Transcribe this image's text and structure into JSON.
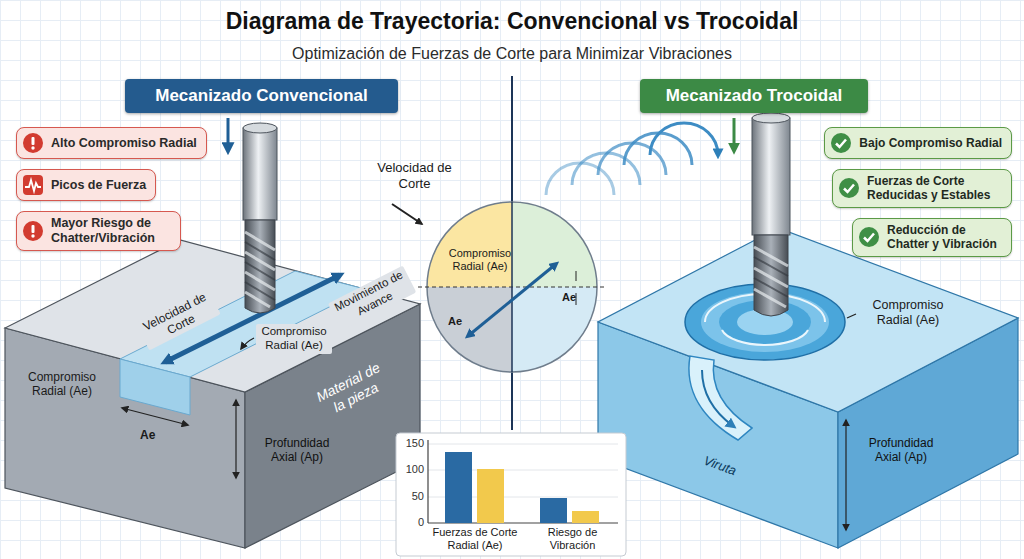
{
  "diagram": {
    "title": "Diagrama de Trayectoria: Convencional vs Trocoidal",
    "nodes": [
      {
        "text": [
          "Mecanizado Convencional"
        ]
      },
      {
        "text": [
          "Alto Compromiso Radial"
        ]
      },
      {
        "text": [
          "Picos de Fuerza"
        ]
      },
      {
        "text": [
          "Mayor Riesgo de Chatter/Vibración"
        ]
      },
      {
        "text": [
          "Compromiso Radial (Ae)",
          "Ae",
          "Ae"
        ]
      },
      {
        "text": [
          "Mecanizado Trocoidal"
        ]
      },
      {
        "text": [
          "Bajo Compromiso Radial"
        ]
      },
      {
        "text": [
          "Fuerzas de Corte Reducidas y Estables"
        ]
      },
      {
        "text": [
          "Reducción de Chatter y Vibración"
        ]
      }
    ],
    "labels": [
      "Optimización de Fuerzas de Corte para Minimizar Vibraciones",
      "Velocidad de Corte",
      "Velocidad de Corte",
      "Movimiento de Avance",
      "Compromiso Radial (Ae)",
      "Compromiso Radial (Ae)",
      "Ae",
      "Material de la pieza",
      "Profundidad Axial (Ap)",
      "Compromiso Radial (Ae)",
      "Viruta",
      "Profundidad Axial (Ap)",
      "150",
      "100",
      "50",
      "0",
      "Fuerzas de Corte Radial (Ae)",
      "Riesgo de Vibración"
    ]
  }
}
